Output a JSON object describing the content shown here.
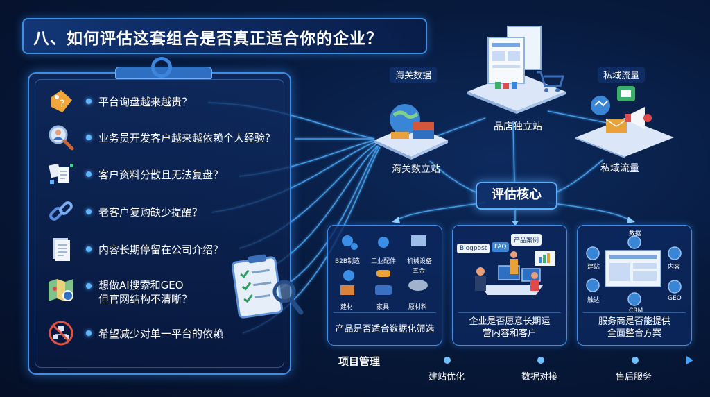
{
  "title": "八、如何评估这套组合是否真正适合你的企业？",
  "questions": [
    {
      "text": "平台询盘越来越贵？",
      "icon": "price-tag-icon"
    },
    {
      "text": "业务员开发客户越来越依赖个人经验？",
      "icon": "person-magnifier-icon"
    },
    {
      "text": "客户资料分散且无法复盘？",
      "icon": "scattered-documents-icon"
    },
    {
      "text": "老客户复购缺少提醒？",
      "icon": "broken-link-icon"
    },
    {
      "text": "内容长期停留在公司介绍？",
      "icon": "document-icon"
    },
    {
      "text_line1": "想做AI搜索和GEO",
      "text_line2": "但官网结构不清晰？",
      "icon": "map-search-icon"
    },
    {
      "text": "希望减少对单一平台的依赖",
      "icon": "no-single-platform-icon"
    }
  ],
  "sites": {
    "customs_tag": "海关数据",
    "customs_site": "海关数立站",
    "store_site": "品店独立站",
    "private_tag": "私域流量",
    "private_site": "私域流量"
  },
  "hub": "评估核心",
  "cards": [
    {
      "caption": "产品是否适合数据化筛选",
      "items": [
        "B2B制造",
        "工业配件",
        "机械设备",
        "五金",
        "建材",
        "家具",
        "原材料"
      ]
    },
    {
      "caption_line1": "企业是否愿意长期运",
      "caption_line2": "营内容和客户",
      "bubbles": [
        "Blogpost",
        "FAQ",
        "产品案例"
      ]
    },
    {
      "caption_line1": "服务商是否能提供",
      "caption_line2": "全面整合方案",
      "nodes": [
        "数据",
        "内容",
        "GEO",
        "CRM",
        "触达",
        "建站"
      ]
    }
  ],
  "timeline": {
    "title": "项目管理",
    "steps": [
      "建站优化",
      "数据对接",
      "售后服务"
    ]
  },
  "colors": {
    "accent": "#5fb6ff",
    "border": "#3f8ee6",
    "background": "#071a3d"
  }
}
